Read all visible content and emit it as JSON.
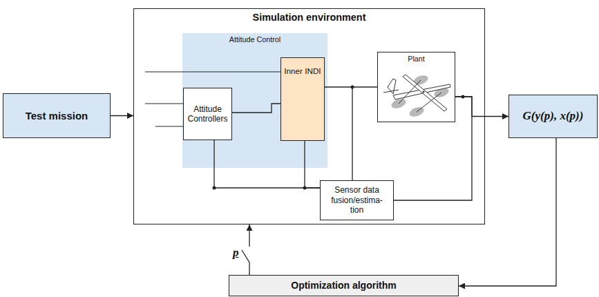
{
  "diagram": {
    "nodes": [
      {
        "text": [
          "Test mission"
        ]
      },
      {
        "text": [
          "Simulation environment"
        ]
      },
      {
        "text": [
          "Attitude Control"
        ],
        "in": 1
      },
      {
        "text": [
          "Attitude Controllers"
        ],
        "in": 2
      },
      {
        "text": [
          "Inner INDI"
        ],
        "in": 2
      },
      {
        "text": [
          "Plant"
        ],
        "in": 1
      },
      {
        "text": [
          "Sensor data fusion/estima- tion"
        ],
        "in": 1
      },
      {
        "text": [
          "G(y(p), x(p))"
        ]
      },
      {
        "text": [
          "Optimization algorithm"
        ]
      }
    ],
    "edges": [
      {
        "from": 0,
        "to": 1,
        "arrow": "to"
      },
      {
        "from": 5,
        "to": 7,
        "arrow": "to"
      },
      {
        "from": 5,
        "to": 6,
        "arrow": "none"
      },
      {
        "from": 7,
        "to": 8,
        "arrow": "to"
      },
      {
        "from": 8,
        "to": 1,
        "arrow": "to"
      },
      {
        "from": 3,
        "to": 4,
        "arrow": "none"
      },
      {
        "from": 4,
        "to": 5,
        "arrow": "none"
      },
      {
        "from": 4,
        "to": 6,
        "arrow": "none"
      },
      {
        "from": 6,
        "to": 3,
        "arrow": "none"
      },
      {
        "from": 6,
        "to": 4,
        "arrow": "none"
      }
    ],
    "labels": [
      "p"
    ]
  }
}
